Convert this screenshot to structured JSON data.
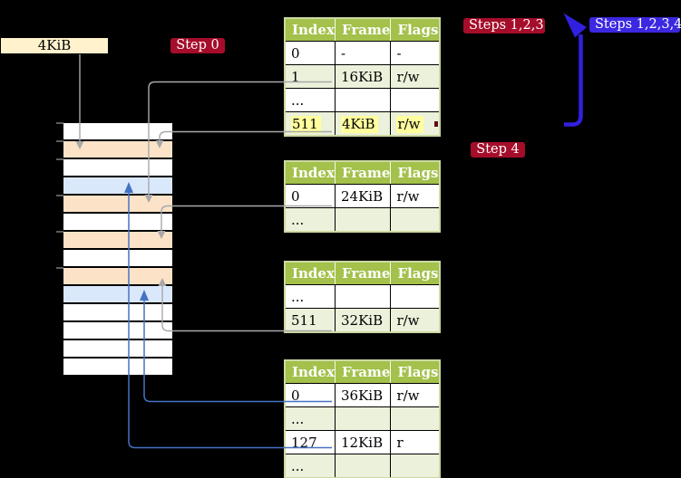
{
  "colors": {
    "background": "#000000",
    "table_header_bg": "#a3c14b",
    "table_header_text": "#ffffff",
    "table_row_green": "#ebf1da",
    "table_row_white": "#ffffff",
    "table_border": "#ccd9a2",
    "highlight_yellow": "#ffff9e",
    "frame_peach": "#fce3c8",
    "frame_blue": "#dae8fc",
    "frame_white": "#ffffff",
    "label_box_bg": "#fff2cc",
    "badge_red_bg": "#a50d2a",
    "badge_blue_bg": "#3b28e0",
    "badge_text": "#ffffff",
    "connector_gray": "#a8a8a8",
    "connector_blue": "#4472c4",
    "big_arrow_blue": "#3120e0",
    "tick_gray": "#999999",
    "red_dash": "#5c0a16"
  },
  "labels": {
    "frame_size": "4KiB",
    "step0": "Step 0",
    "steps123": "Steps 1,2,3",
    "steps1234": "Steps 1,2,3,4",
    "step4": "Step 4"
  },
  "memory": {
    "rows": [
      {
        "fill": "white"
      },
      {
        "fill": "peach"
      },
      {
        "fill": "white"
      },
      {
        "fill": "blue"
      },
      {
        "fill": "peach"
      },
      {
        "fill": "white"
      },
      {
        "fill": "peach"
      },
      {
        "fill": "white"
      },
      {
        "fill": "peach"
      },
      {
        "fill": "blue"
      },
      {
        "fill": "white"
      },
      {
        "fill": "white"
      },
      {
        "fill": "white"
      },
      {
        "fill": "white"
      }
    ]
  },
  "tables": [
    {
      "name": "page-table-1",
      "headers": [
        "Index",
        "Frame",
        "Flags"
      ],
      "rows": [
        {
          "cells": [
            "0",
            "-",
            "-"
          ],
          "shade": "white",
          "highlight": false
        },
        {
          "cells": [
            "1",
            "16KiB",
            "r/w"
          ],
          "shade": "green",
          "highlight": false
        },
        {
          "cells": [
            "...",
            "",
            ""
          ],
          "shade": "white",
          "highlight": false
        },
        {
          "cells": [
            "511",
            "4KiB",
            "r/w"
          ],
          "shade": "green",
          "highlight": true
        }
      ]
    },
    {
      "name": "page-table-2",
      "headers": [
        "Index",
        "Frame",
        "Flags"
      ],
      "rows": [
        {
          "cells": [
            "0",
            "24KiB",
            "r/w"
          ],
          "shade": "white",
          "highlight": false
        },
        {
          "cells": [
            "...",
            "",
            ""
          ],
          "shade": "green",
          "highlight": false
        }
      ]
    },
    {
      "name": "page-table-3",
      "headers": [
        "Index",
        "Frame",
        "Flags"
      ],
      "rows": [
        {
          "cells": [
            "...",
            "",
            ""
          ],
          "shade": "white",
          "highlight": false
        },
        {
          "cells": [
            "511",
            "32KiB",
            "r/w"
          ],
          "shade": "green",
          "highlight": false
        }
      ]
    },
    {
      "name": "page-table-4",
      "headers": [
        "Index",
        "Frame",
        "Flags"
      ],
      "rows": [
        {
          "cells": [
            "0",
            "36KiB",
            "r/w"
          ],
          "shade": "white",
          "highlight": false
        },
        {
          "cells": [
            "...",
            "",
            ""
          ],
          "shade": "green",
          "highlight": false
        },
        {
          "cells": [
            "127",
            "12KiB",
            "r"
          ],
          "shade": "white",
          "highlight": false
        },
        {
          "cells": [
            "...",
            "",
            ""
          ],
          "shade": "green",
          "highlight": false
        }
      ]
    }
  ]
}
